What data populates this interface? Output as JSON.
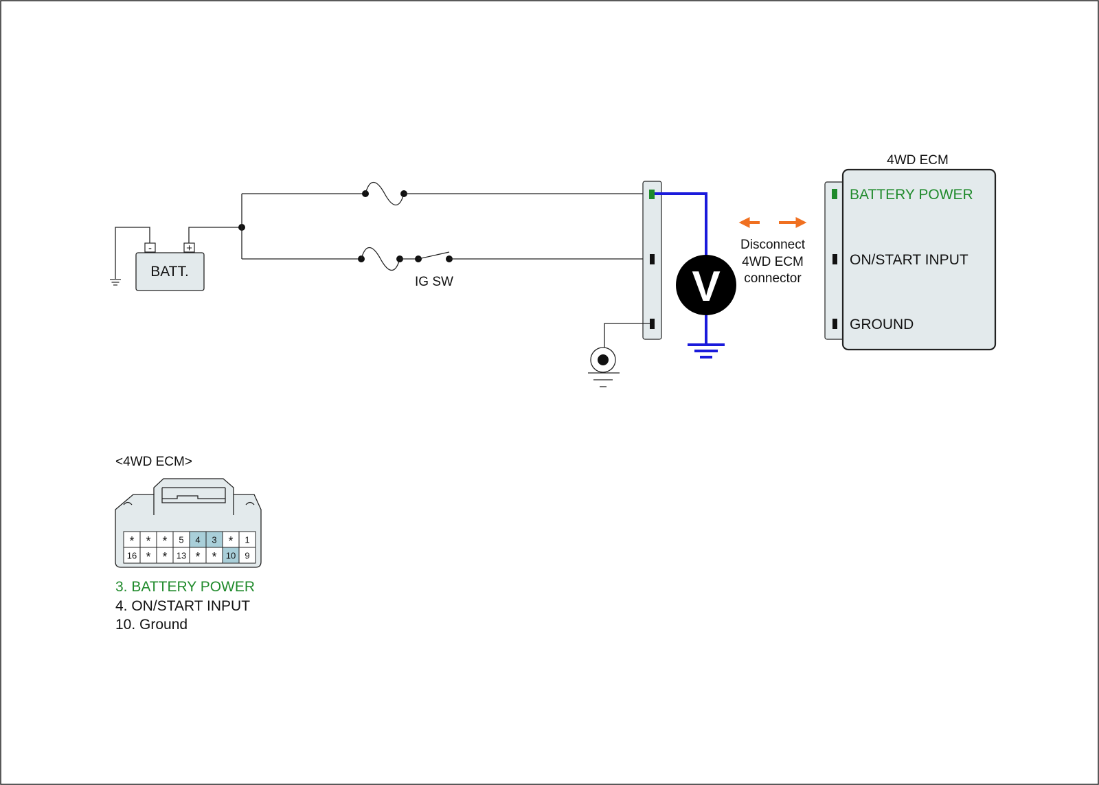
{
  "colors": {
    "border": "#222222",
    "wire": "#222222",
    "measure_wire": "#1a1adb",
    "highlight_text": "#1f8a2b",
    "arrow": "#f07020",
    "connector_fill": "#e3eaec",
    "pin_highlight": "#a9cfd9",
    "meter_fill": "#000000"
  },
  "battery": {
    "label": "BATT.",
    "neg_symbol": "-",
    "pos_symbol": "+"
  },
  "ignition_switch": {
    "label": "IG SW"
  },
  "meter": {
    "symbol": "V"
  },
  "note": {
    "lines": [
      "Disconnect",
      "4WD ECM",
      "connector"
    ]
  },
  "ecm": {
    "title": "4WD ECM",
    "pins": [
      "BATTERY POWER",
      "ON/START INPUT",
      "GROUND"
    ]
  },
  "connector_view": {
    "title": "<4WD ECM>",
    "top_row": [
      "*",
      "*",
      "*",
      "5",
      "4",
      "3",
      "*",
      "1"
    ],
    "bottom_row": [
      "16",
      "*",
      "*",
      "13",
      "*",
      "*",
      "10",
      "9"
    ],
    "highlighted_pins": [
      "4",
      "3",
      "10"
    ]
  },
  "legend": [
    "3. BATTERY POWER",
    "4. ON/START INPUT",
    "10. Ground"
  ]
}
